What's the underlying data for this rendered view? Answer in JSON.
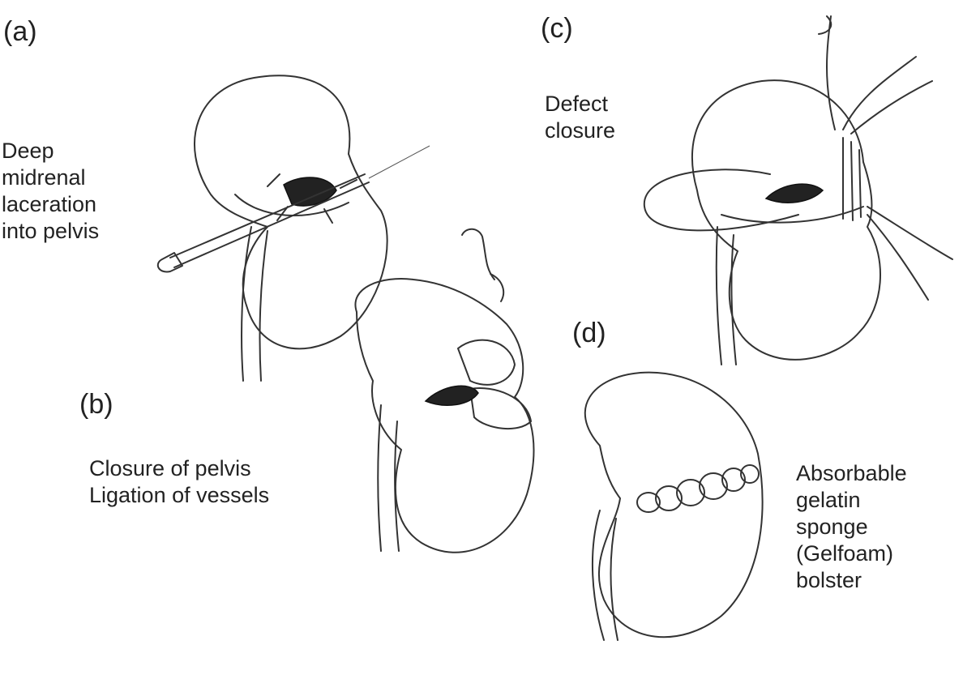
{
  "panels": {
    "a": {
      "label": "(a)",
      "caption": [
        "Deep",
        "midrenal",
        "laceration",
        "into pelvis"
      ]
    },
    "b": {
      "label": "(b)",
      "caption": [
        "Closure of pelvis",
        "Ligation of vessels"
      ]
    },
    "c": {
      "label": "(c)",
      "caption": [
        "Defect",
        "closure"
      ]
    },
    "d": {
      "label": "(d)",
      "caption": [
        "Absorbable",
        "gelatin",
        "sponge",
        "(Gelfoam)",
        "bolster"
      ]
    }
  }
}
